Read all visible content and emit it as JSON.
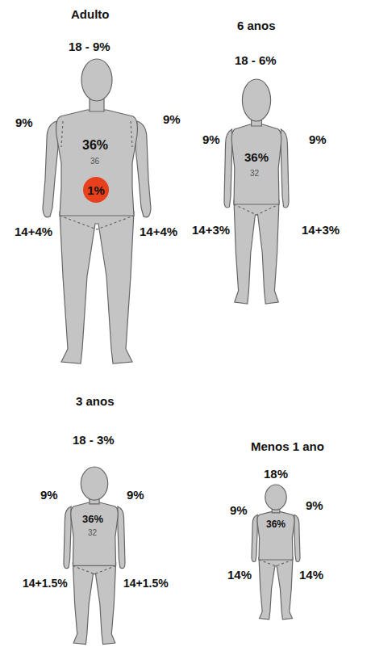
{
  "diagram": {
    "nodes": [
      {
        "text": [
          "1%"
        ]
      }
    ],
    "labels": [
      "Adulto",
      "18 - 9%",
      "9%",
      "9%",
      "36%",
      "36",
      "14+4%",
      "14+4%",
      "6 anos",
      "18 - 6%",
      "9%",
      "9%",
      "36%",
      "32",
      "14+3%",
      "14+3%",
      "3 anos",
      "18 - 3%",
      "9%",
      "9%",
      "36%",
      "32",
      "14+1.5%",
      "14+1.5%",
      "Menos 1 ano",
      "18%",
      "9%",
      "9%",
      "36%",
      "14%",
      "14%"
    ]
  }
}
